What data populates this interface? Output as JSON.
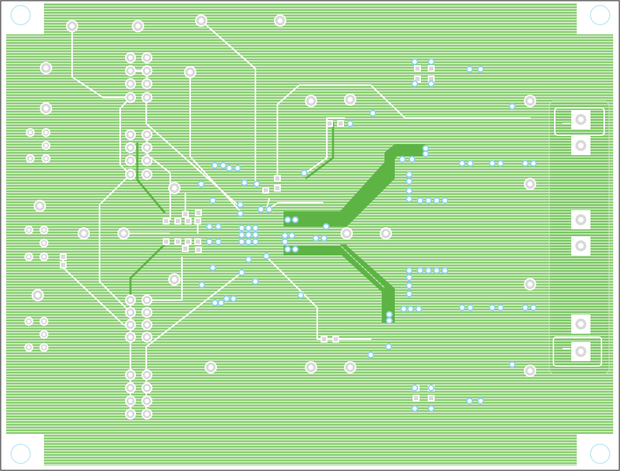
{
  "board": {
    "colors": {
      "background": "#ffffff",
      "copper": "#8ccf74",
      "copper_dark": "#5db445",
      "hatch_line": "#f2faee",
      "trace": "#ffffff",
      "pad": "#d9d9d9",
      "via_ring": "#8fd3ea",
      "hole": "#ffffff",
      "hole_ring": "#a7e0ef",
      "outline": "#000000",
      "corner_ring": "#bfe7f3",
      "zone_border": "#ffffff"
    },
    "features": {
      "corner_mounting_holes": 4,
      "header_rows": 6,
      "thermal_connectors_right": 6
    }
  }
}
